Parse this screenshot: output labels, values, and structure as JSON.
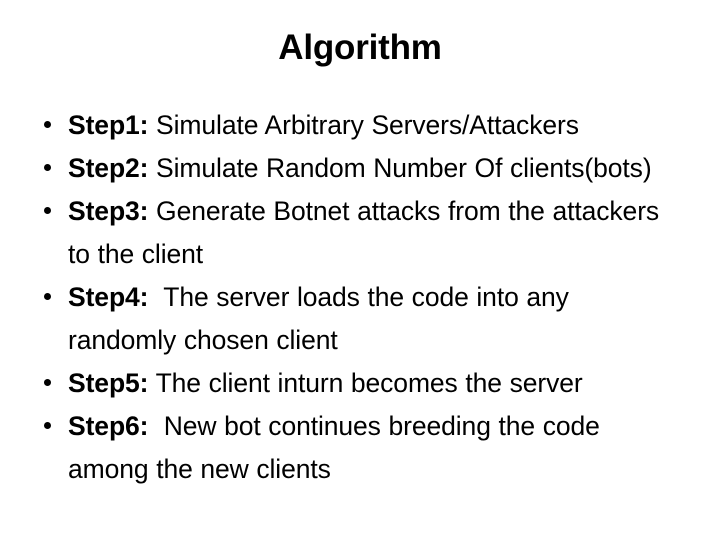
{
  "slide": {
    "title": "Algorithm",
    "background_color": "#ffffff",
    "text_color": "#000000",
    "bullet_glyph": "round-dot",
    "items": [
      {
        "label": "Step1:",
        "text": " Simulate Arbitrary Servers/Attackers"
      },
      {
        "label": "Step2:",
        "text": " Simulate Random Number Of clients(bots)"
      },
      {
        "label": "Step3:",
        "text": " Generate Botnet attacks from the attackers to the client"
      },
      {
        "label": "Step4:",
        "text": "  The server loads the code into any randomly chosen client"
      },
      {
        "label": "Step5:",
        "text": " The client inturn becomes the server"
      },
      {
        "label": "Step6:",
        "text": "  New bot continues breeding the code among the new clients"
      }
    ]
  }
}
